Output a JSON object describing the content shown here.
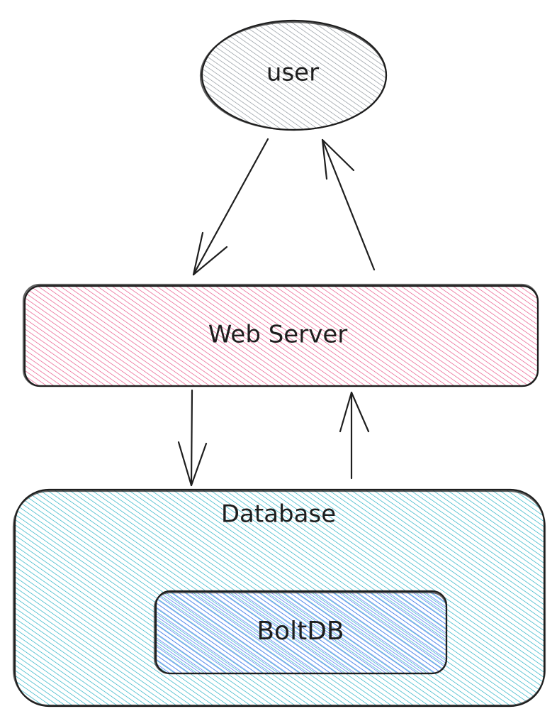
{
  "nodes": {
    "user": {
      "label": "user",
      "fill": "#868e96"
    },
    "web_server": {
      "label": "Web Server",
      "fill": "#e64980"
    },
    "database": {
      "label": "Database",
      "fill": "#15aabf"
    },
    "boltdb": {
      "label": "BoltDB",
      "fill": "#4c6ef5"
    }
  },
  "edges": [
    {
      "from": "user",
      "to": "web_server"
    },
    {
      "from": "web_server",
      "to": "user"
    },
    {
      "from": "web_server",
      "to": "database"
    },
    {
      "from": "database",
      "to": "web_server"
    }
  ],
  "stroke_color": "#1e1e1e"
}
